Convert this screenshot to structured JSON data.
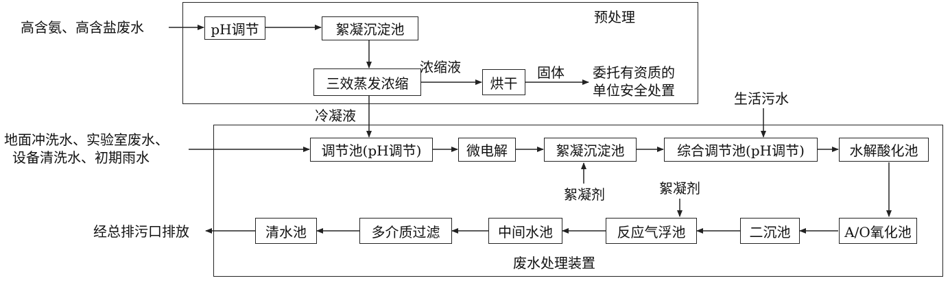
{
  "pre": {
    "title": "预处理",
    "input": "高含氨、高含盐废水",
    "ph": "pH调节",
    "floc": "絮凝沉淀池",
    "evap": "三效蒸发浓缩",
    "conc_label": "浓缩液",
    "dry": "烘干",
    "solid_label": "固体",
    "out_line1": "委托有资质的",
    "out_line2": "单位安全处置"
  },
  "main": {
    "title": "废水处理装置",
    "condensate_label": "冷凝液",
    "sewage": "生活污水",
    "inputs_line1": "地面冲洗水、实验室废水、",
    "inputs_line2": "设备清洗水、初期雨水",
    "regulate": "调节池(pH调节)",
    "micro": "微电解",
    "floc": "絮凝沉淀池",
    "flocculant1": "絮凝剂",
    "combined": "综合调节池(pH调节)",
    "hydrolysis": "水解酸化池",
    "ao": "A/O氧化池",
    "secondary": "二沉池",
    "flotation": "反应气浮池",
    "flocculant2": "絮凝剂",
    "middle": "中间水池",
    "filter": "多介质过滤",
    "clear": "清水池",
    "discharge": "经总排污口排放"
  }
}
